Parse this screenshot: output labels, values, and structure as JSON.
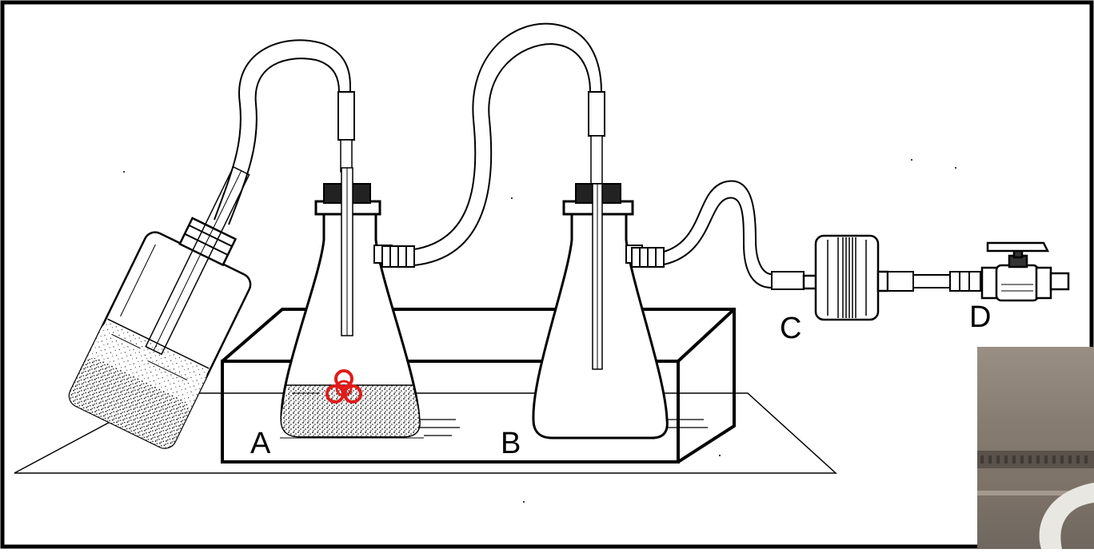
{
  "diagram": {
    "labels": {
      "a": "A",
      "b": "B",
      "c": "C",
      "d": "D"
    },
    "symbols": {
      "biohazard_icon": "biohazard-icon",
      "biohazard_color": "#e01b1b"
    },
    "components": [
      "collection-bottle",
      "flask-a",
      "flask-b",
      "filter",
      "valve",
      "tray"
    ],
    "colors": {
      "line": "#000000",
      "background": "#ffffff",
      "biohazard": "#e01b1b",
      "photo_inset": "#8d8478"
    }
  }
}
